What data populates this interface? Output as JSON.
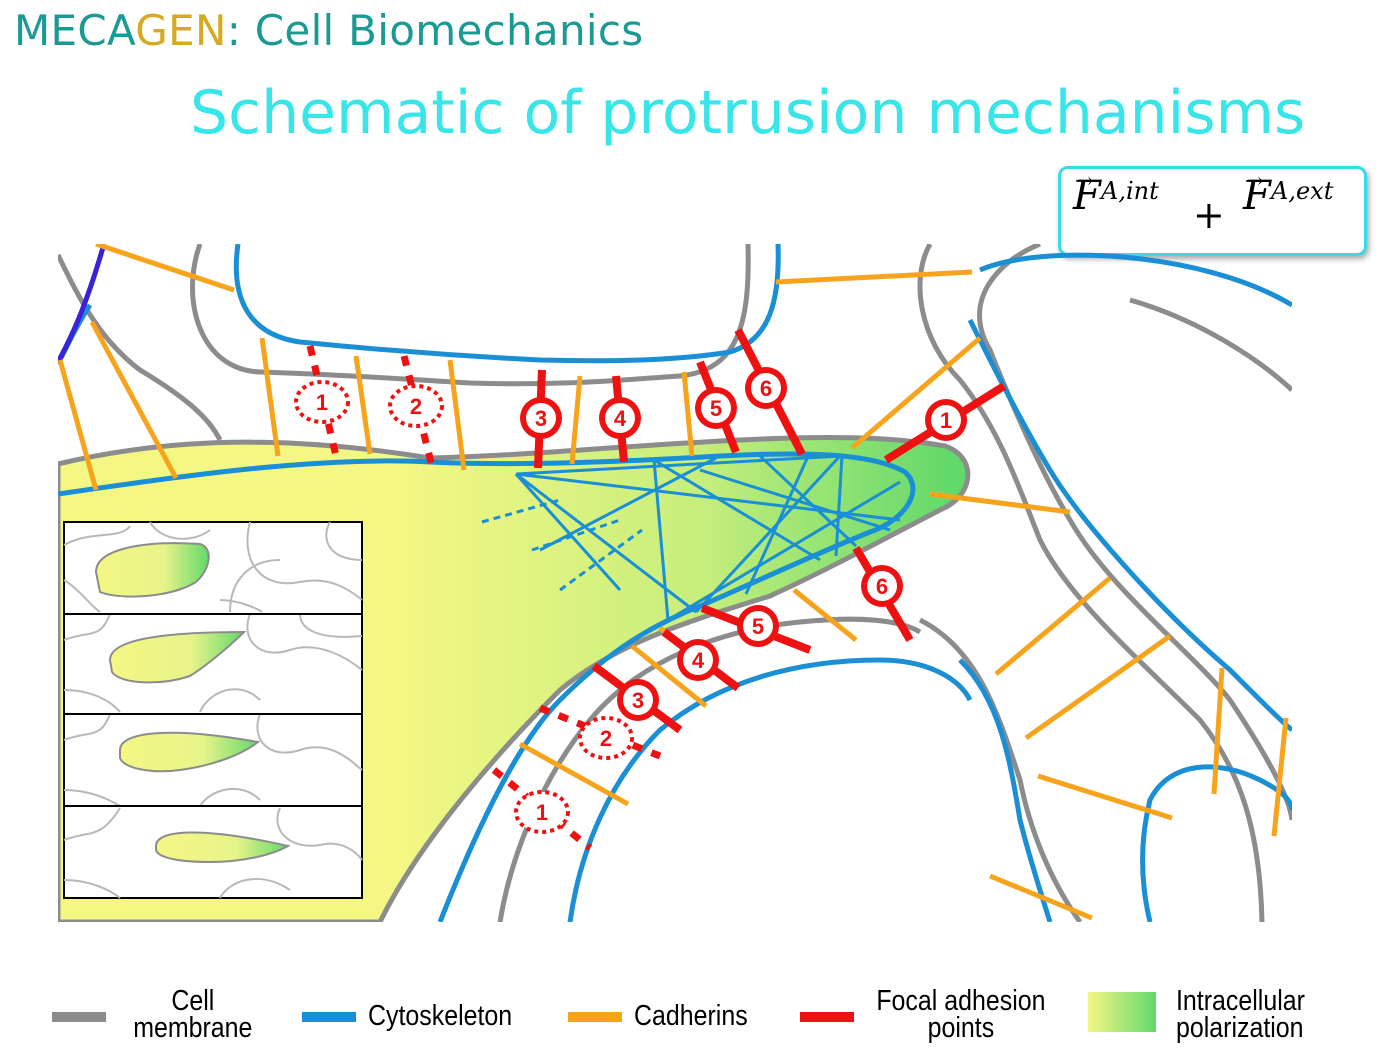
{
  "header": {
    "part1": "MECA",
    "part2": "GEN",
    "part3": ": Cell Biomechanics"
  },
  "title": "Schematic of protrusion mechanisms",
  "formula": {
    "term1": "F",
    "sup1": "A,int",
    "plus": "+",
    "term2": "F",
    "sup2": "A,ext"
  },
  "labels": {
    "top": [
      "1",
      "2",
      "3",
      "4",
      "5",
      "6"
    ],
    "right": [
      "1"
    ],
    "bottom": [
      "1",
      "2",
      "3",
      "4",
      "5",
      "6"
    ]
  },
  "legend": {
    "membrane": {
      "line1": "Cell",
      "line2": "membrane",
      "color": "#8c8c8c"
    },
    "cytoskeleton": {
      "text": "Cytoskeleton",
      "color": "#1a8fd6"
    },
    "cadherins": {
      "text": "Cadherins",
      "color": "#f7a41c"
    },
    "focal": {
      "line1": "Focal adhesion",
      "line2": "points",
      "color": "#ee1111"
    },
    "polarization": {
      "line1": "Intracellular",
      "line2": "polarization",
      "color_start": "#f4f784",
      "color_end": "#63d96b"
    }
  },
  "colors": {
    "header": "#1a9a93",
    "header_accent": "#d6aa20",
    "title": "#38e6ea"
  }
}
